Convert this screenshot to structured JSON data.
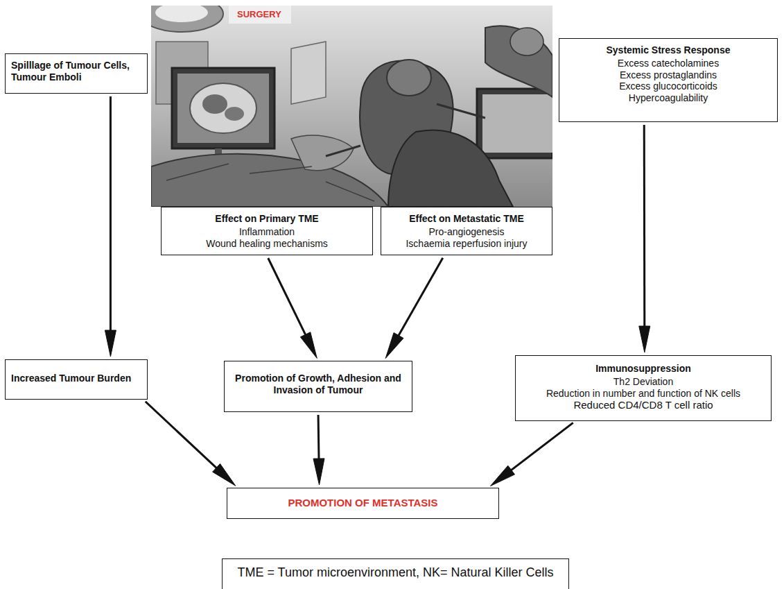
{
  "diagram": {
    "nodes": [
      {
        "text": [
          "SURGERY"
        ]
      },
      {
        "text": [
          "Spilllage of Tumour Cells, Tumour Emboli"
        ]
      },
      {
        "text": [
          "Effect on Primary TME",
          "Inflammation",
          "Wound healing mechanisms"
        ]
      },
      {
        "text": [
          "Effect on Metastatic TME",
          "Pro-angiogenesis",
          "Ischaemia reperfusion injury"
        ]
      },
      {
        "text": [
          "Systemic Stress Response",
          "Excess catecholamines",
          "Excess prostaglandins",
          "Excess glucocorticoids",
          "Hypercoagulability"
        ]
      },
      {
        "text": [
          "Increased Tumour Burden"
        ]
      },
      {
        "text": [
          "Promotion of Growth, Adhesion and Invasion of Tumour"
        ]
      },
      {
        "text": [
          "Immunosuppression",
          "Th2 Deviation",
          "Reduction in number and function of NK cells",
          "Reduced CD4/CD8 T cell ratio"
        ]
      },
      {
        "text": [
          "PROMOTION OF METASTASIS"
        ]
      },
      {
        "text": [
          "TME = Tumor microenvironment, NK= Natural Killer Cells"
        ]
      }
    ],
    "edges": [
      {
        "from": 1,
        "to": 5,
        "arrow": "to"
      },
      {
        "from": 2,
        "to": 6,
        "arrow": "to"
      },
      {
        "from": 3,
        "to": 6,
        "arrow": "to"
      },
      {
        "from": 4,
        "to": 7,
        "arrow": "to"
      },
      {
        "from": 5,
        "to": 8,
        "arrow": "to"
      },
      {
        "from": 6,
        "to": 8,
        "arrow": "to"
      },
      {
        "from": 7,
        "to": 8,
        "arrow": "to"
      }
    ]
  }
}
